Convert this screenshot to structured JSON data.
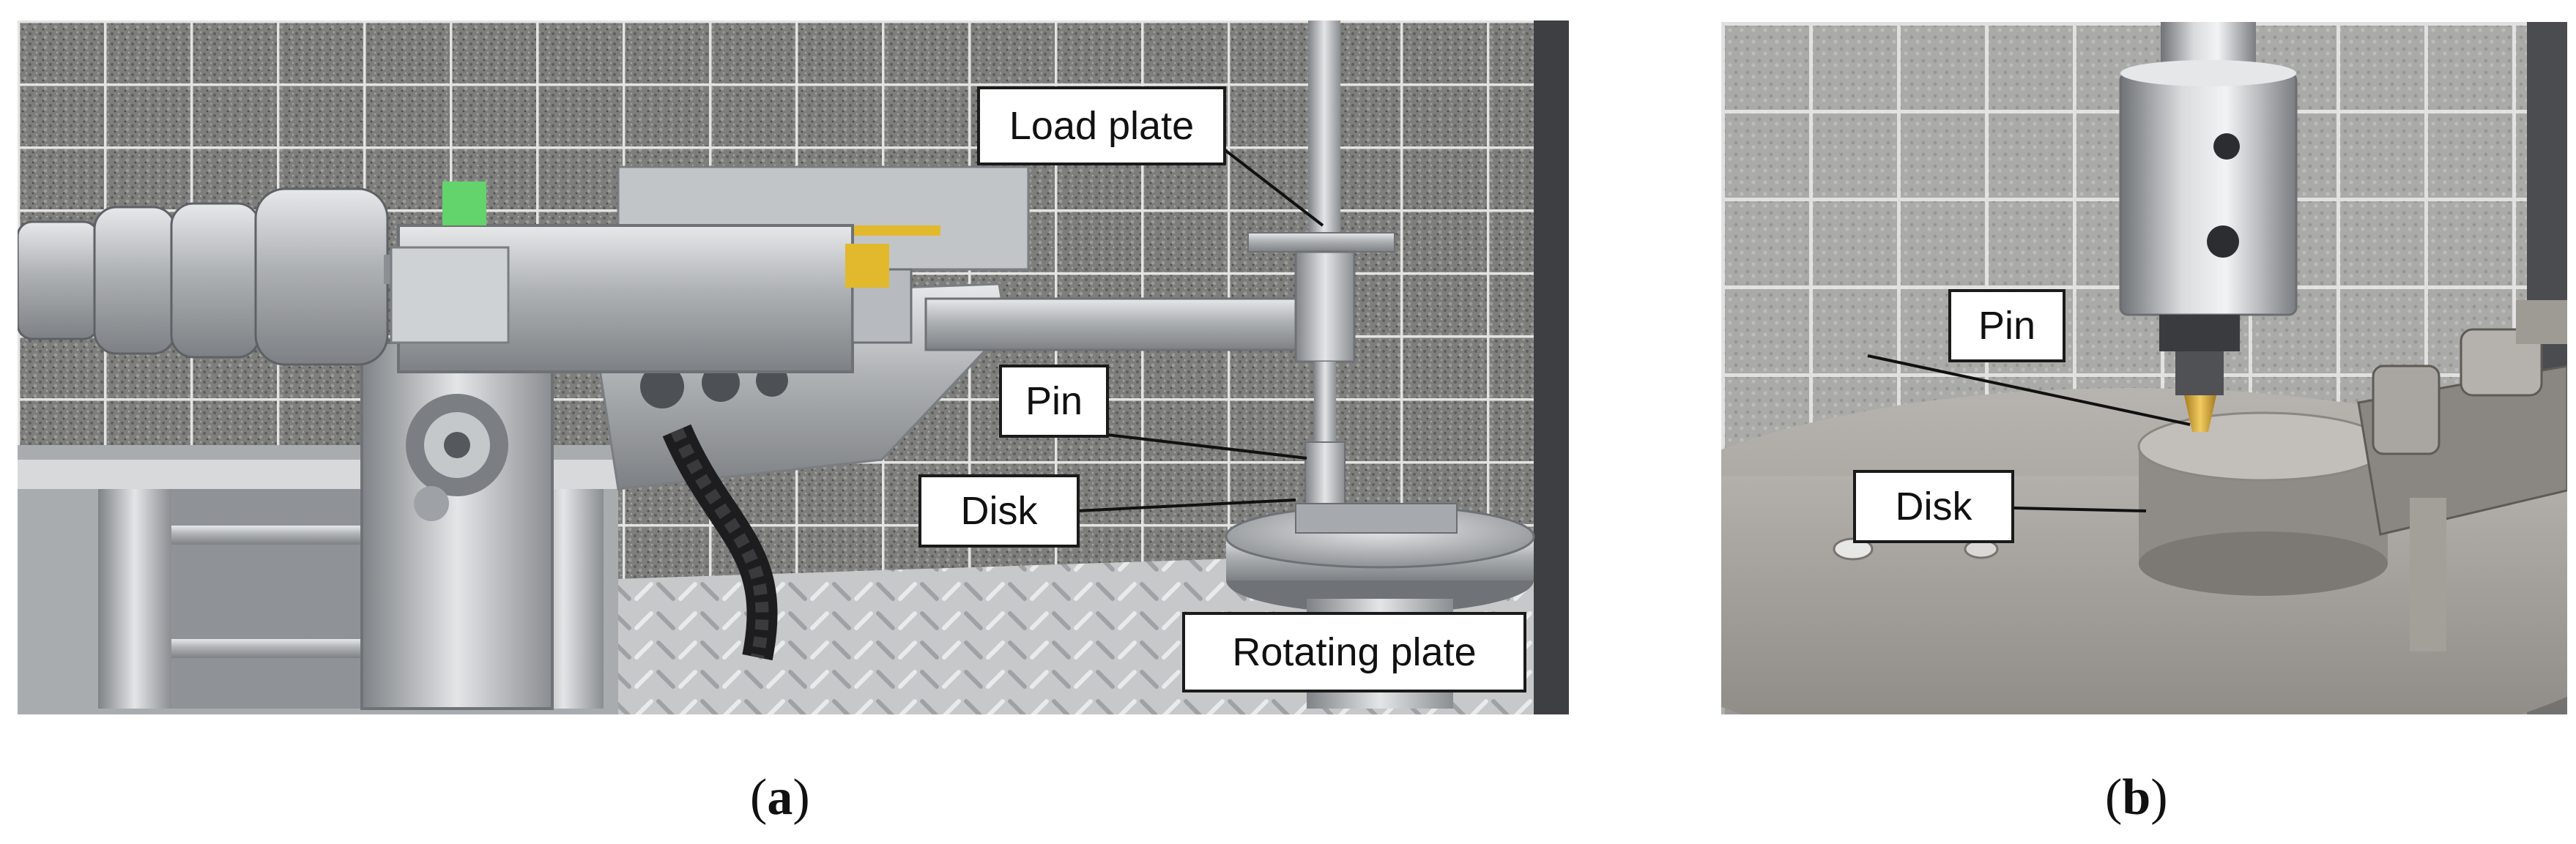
{
  "figure": {
    "panel_a": {
      "labels": {
        "load_plate": "Load plate",
        "pin": "Pin",
        "disk": "Disk",
        "rotating_plate": "Rotating plate"
      },
      "caption_open": "(",
      "caption_letter": "a",
      "caption_close": ")"
    },
    "panel_b": {
      "labels": {
        "pin": "Pin",
        "disk": "Disk"
      },
      "caption_open": "(",
      "caption_letter": "b",
      "caption_close": ")"
    }
  },
  "colors": {
    "wall": "#8a8a88",
    "grid": "#dedede",
    "steel": "#b9bcbf",
    "floor": "#c9cbcd",
    "label_border": "#1a1a1a",
    "brass": "#d7a63a"
  }
}
